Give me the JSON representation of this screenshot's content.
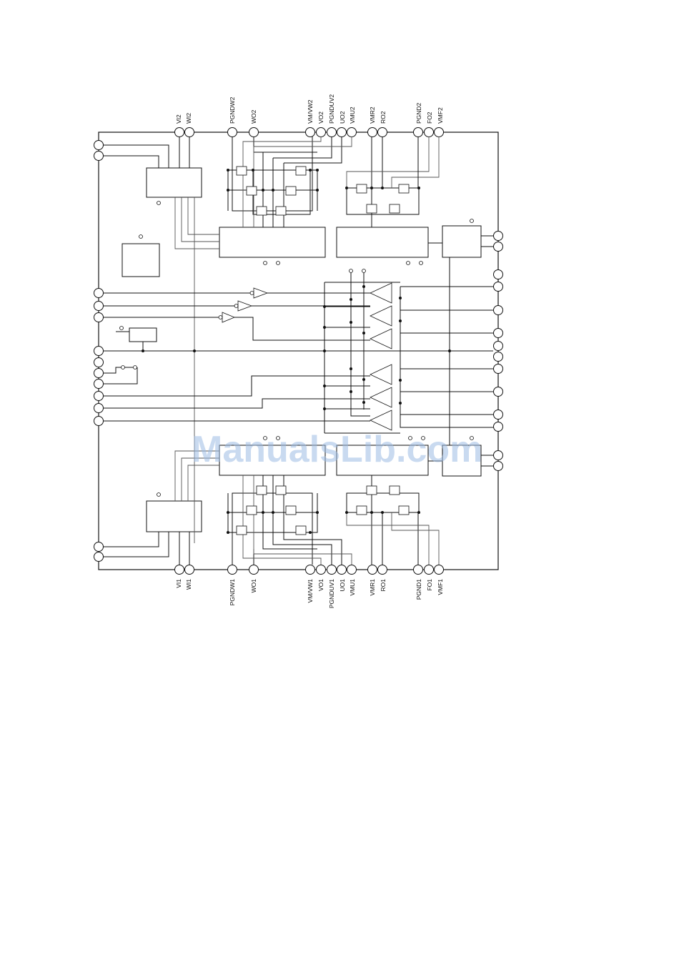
{
  "diagram": {
    "top_pins": [
      "VI2",
      "WI2",
      "PGNDW2",
      "WO2",
      "VM/VW2",
      "VO2",
      "PGNDUV2",
      "UO2",
      "VMU2",
      "VMR2",
      "RO2",
      "PGND2",
      "FO2",
      "VMF2"
    ],
    "bottom_pins": [
      "VI1",
      "WI1",
      "PGNDW1",
      "WO1",
      "VM/VW1",
      "VO1",
      "PGNDUV1",
      "UO1",
      "VMU1",
      "VMR1",
      "RO1",
      "PGND1",
      "FO1",
      "VMF1"
    ]
  },
  "watermark": "ManualsLib.com"
}
